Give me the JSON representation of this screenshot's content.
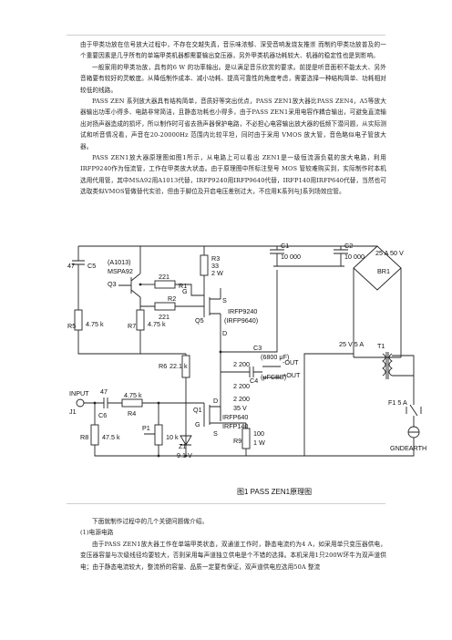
{
  "top_text": [
    "由于甲类功放在信号放大过程中，不存在交越失真，音乐味浓郁、深受音响发烧友推崇 而制约甲类功放普及的一个重要因素是几乎所有的单端甲类机器都需要输出变压器，另外甲类机器功耗较大、机器的稳定性也是到影响。",
    "一般家用的甲类功放，具有的6 W 的功率输出。是以满足音乐欣赏的要求。前提是听音面积不能太大、另外音箱要有较好的灵敏度。从降低制作成本、减小功耗、提高可靠性的角度考虑，需要选择一种结构简单、功耗相对较低的线路。",
    "PASS ZEN 系列放大器具有结构简单，音质好等突出优点，PASS ZEN1放大器比PASS ZEN4，A5等放大器输出功率小得多、电路非常简洁，且静态功耗也小得多，由于PASS ZEN1采用电容作耦合输出，可避免直流输出对扬声器造成的损坏，所以制作时可省去扬声器保护电路，不必担心电容输出放大器的低频下潜问题，从实际测试和听音情况看，声音在20-20000Hz 范围内比较平坦，同时由于采用 VMOS 放大管，音色略似电子管放大器。",
    "PASS ZEN1放大器原理图如图1所示，从电路上可以看出 ZEN1是一级恒流源负载的放大电路，利用IRFP9240作为恒流管，工作在甲类放大状态。由于原理图中所标注型号 MOS 管较难购买到，实际制作时本机选用代用管，其中MSA92用A1013代替，IRFP9240用IRFP9640代替，IRFP140用IRFP640代替，当然也可选取类似VMOS管做替代实验，但由于脚位及开启电压差别过大，不应用K系列与J系列场效应管。"
  ],
  "bottom_text": [
    "下面就制作过程中的几个关键问题做介绍。",
    "(1)电源电路",
    "由于PASS ZEN1放大器工作在单端甲类状态，双通道工作时，静态电流约为4 A，如采用单只变压器供电，变压器容量与次级线径均要较大，否则采用每声道独立供电是个不错的选择。本机采用1只200W环牛为双声道供电；由于静态电流较大，整流桥的容量、品质一定要有保证，双声道供电应选用50A 整流"
  ],
  "schematic": {
    "caption": "图1  PASS ZEN1原理图",
    "labels": {
      "c5": "47",
      "c5n": "C5",
      "q3a": "(A1013)",
      "q3b": "MSPA92",
      "q3": "Q3",
      "r1": "221",
      "r1n": "R1",
      "r2": "221",
      "r2n": "R2",
      "r3": "R3",
      "r3v1": "33",
      "r3v2": "2 W",
      "q5a": "IRFP9240",
      "q5b": "(IRFP9640)",
      "q5": "Q5",
      "g1": "G",
      "s1": "S",
      "d1": "D",
      "r5": "R5",
      "r5v": "4.75 k",
      "r7": "R7",
      "r7v": "4.75 k",
      "r6": "R6",
      "r6v": "22.1 k",
      "c1": "C1",
      "c1v": "10 000",
      "c2": "C2",
      "c2v": "10 000",
      "br1": "BR1",
      "br1v": "25 A 50 V",
      "c3": "C3",
      "c3v": "(6800 μF)",
      "cap2200a": "2 200",
      "cap2200b": "2 200",
      "cap2200c": "2 200",
      "cap35": "35 V",
      "c4n": "C4",
      "c4v": "(μFCBB)",
      "out1": "-OUT",
      "out2": "+OUT",
      "t1v": "25 V 5 A",
      "t1": "T1",
      "f1": "F1 5 A",
      "gnd": "GNDEARTH",
      "input": "INPUT",
      "j1": "J1",
      "c6v": "47",
      "c6": "C6",
      "r4v": "4.75 k",
      "r4": "R4",
      "r8": "R8",
      "r8v": "47.5 k",
      "p1": "P1",
      "p1v": "10 k",
      "z1": "Z1",
      "z1v": "9.1 V",
      "q1": "Q1",
      "q1a": "IRFP640",
      "q1b": "IRFP140",
      "g2": "G",
      "d2": "D",
      "s2": "S",
      "r9": "R9",
      "r9v1": "100",
      "r9v2": "1 W"
    }
  }
}
